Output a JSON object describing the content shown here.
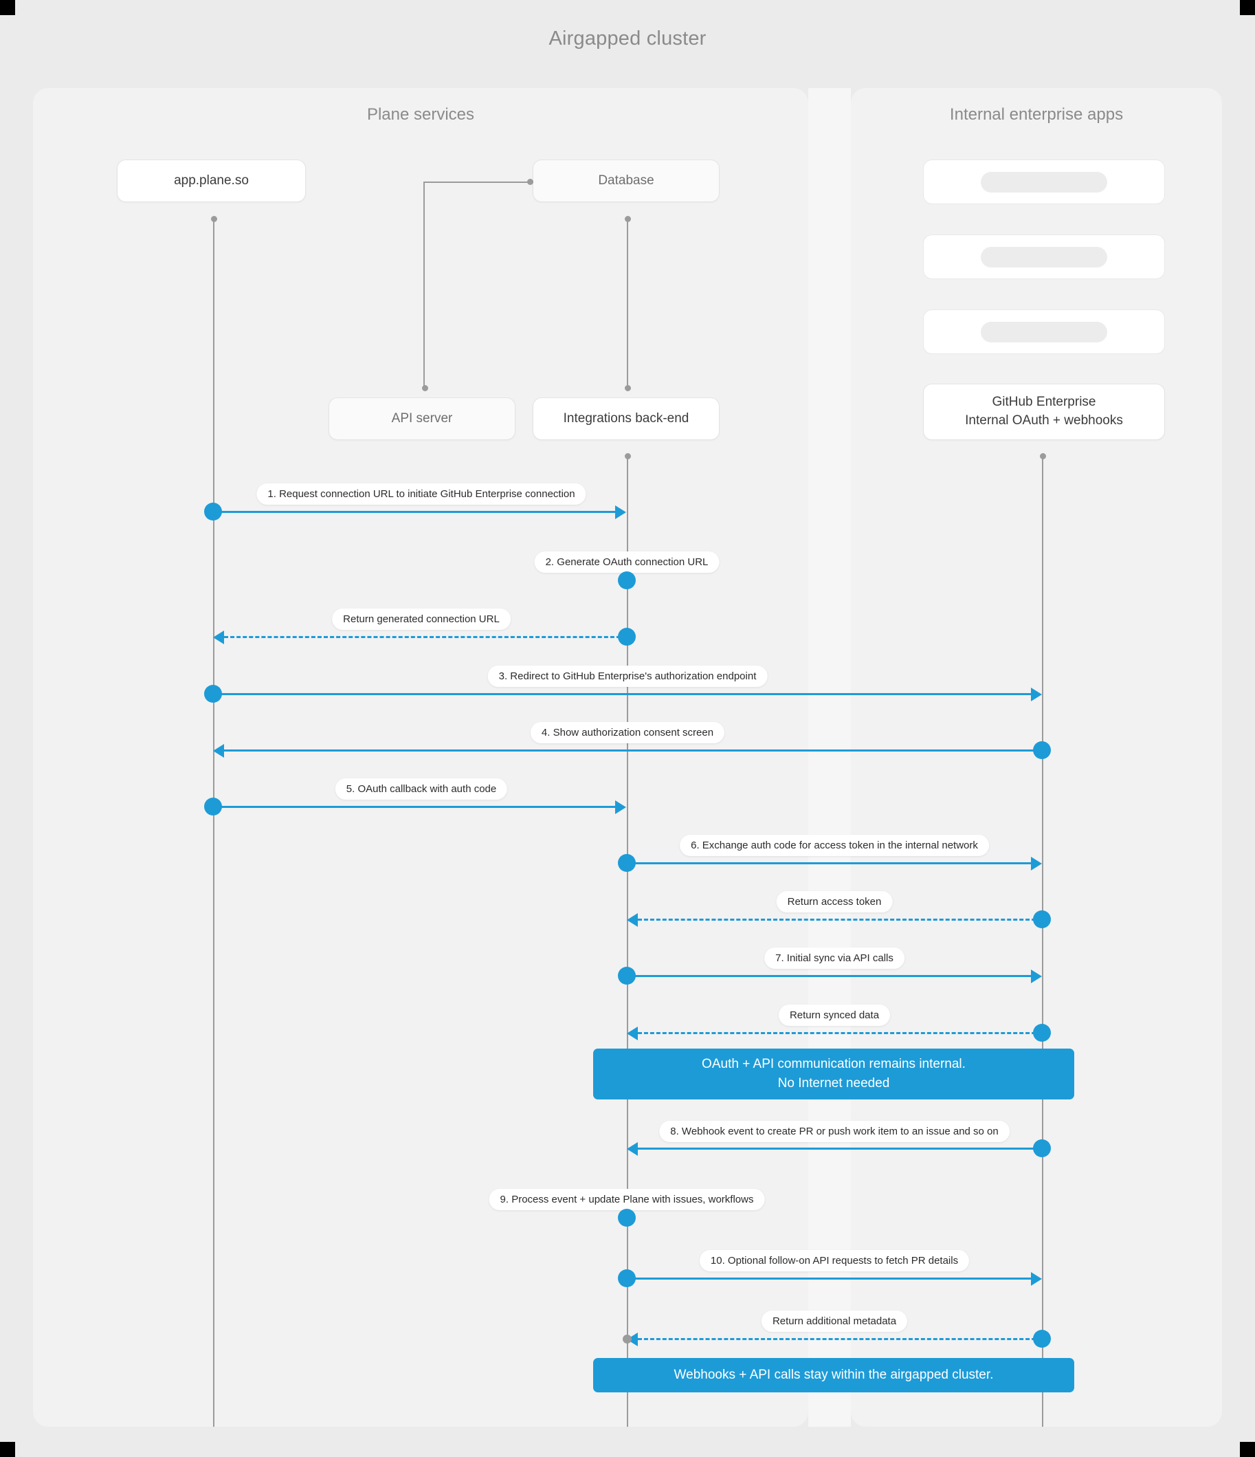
{
  "title": "Airgapped cluster",
  "panels": {
    "left": {
      "title": "Plane services"
    },
    "right": {
      "title": "Internal enterprise apps"
    }
  },
  "participants": [
    {
      "id": "app",
      "label": "app.plane.so"
    },
    {
      "id": "db",
      "label": "Database"
    },
    {
      "id": "api",
      "label": "API server"
    },
    {
      "id": "intg",
      "label": "Integrations back-end"
    },
    {
      "id": "ghe",
      "label": "GitHub Enterprise\nInternal OAuth + webhooks"
    },
    {
      "id": "ghe_l1",
      "label": "GitHub Enterprise"
    },
    {
      "id": "ghe_l2",
      "label": "Internal OAuth + webhooks"
    }
  ],
  "skeleton_cards": [
    {
      "id": "skel-1"
    },
    {
      "id": "skel-2"
    },
    {
      "id": "skel-3"
    }
  ],
  "messages": [
    {
      "n": "1",
      "label": "1. Request connection URL to initiate GitHub Enterprise connection",
      "from": "app",
      "to": "intg",
      "style": "solid"
    },
    {
      "n": "2",
      "label": "2. Generate OAuth connection URL",
      "from": "intg",
      "to": "intg",
      "style": "self"
    },
    {
      "n": "r1",
      "label": "Return generated connection URL",
      "from": "intg",
      "to": "app",
      "style": "dashed"
    },
    {
      "n": "3",
      "label": "3. Redirect to GitHub Enterprise's authorization endpoint",
      "from": "app",
      "to": "ghe",
      "style": "solid"
    },
    {
      "n": "4",
      "label": "4. Show authorization consent screen",
      "from": "ghe",
      "to": "app",
      "style": "solid"
    },
    {
      "n": "5",
      "label": "5. OAuth callback with auth code",
      "from": "app",
      "to": "intg",
      "style": "solid"
    },
    {
      "n": "6",
      "label": "6. Exchange auth code for access token in the internal network",
      "from": "intg",
      "to": "ghe",
      "style": "solid"
    },
    {
      "n": "r2",
      "label": "Return access token",
      "from": "ghe",
      "to": "intg",
      "style": "dashed"
    },
    {
      "n": "7",
      "label": "7. Initial sync via API calls",
      "from": "intg",
      "to": "ghe",
      "style": "solid"
    },
    {
      "n": "r3",
      "label": "Return synced data",
      "from": "ghe",
      "to": "intg",
      "style": "dashed"
    },
    {
      "n": "8",
      "label": "8. Webhook event to create PR  or push work item to an issue  and so on",
      "from": "ghe",
      "to": "intg",
      "style": "solid"
    },
    {
      "n": "9",
      "label": "9. Process event + update Plane with issues, workflows",
      "from": "intg",
      "to": "intg",
      "style": "self"
    },
    {
      "n": "10",
      "label": "10. Optional follow-on API requests to fetch PR details",
      "from": "intg",
      "to": "ghe",
      "style": "solid"
    },
    {
      "n": "r4",
      "label": "Return additional metadata",
      "from": "ghe",
      "to": "intg",
      "style": "dashed"
    }
  ],
  "notes": [
    {
      "id": "note-1",
      "line1": "OAuth + API communication remains internal.",
      "line2": "No Internet needed"
    },
    {
      "id": "note-2",
      "line1": "Webhooks + API calls stay within the airgapped cluster.",
      "line2": ""
    }
  ],
  "colors": {
    "accent": "#1D9BD7",
    "page_bg": "#EBEBEB",
    "panel_bg": "#F2F2F2",
    "lifeline": "#9B9B9B",
    "muted_text": "#8A8A8A"
  }
}
